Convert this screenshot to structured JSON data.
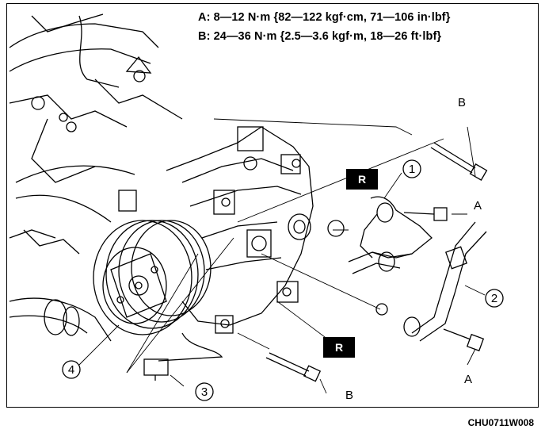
{
  "spec": {
    "a_line": "A: 8—12 N·m {82—122 kgf·cm, 71—106 in·lbf}",
    "b_line": "B: 24—36 N·m {2.5—3.6 kgf·m, 18—26 ft·lbf}"
  },
  "callouts": {
    "one": "1",
    "two": "2",
    "three": "3",
    "four": "4"
  },
  "letters": {
    "a_top": "A",
    "a_bottom": "A",
    "b_top": "B",
    "b_bottom": "B"
  },
  "replace_tags": {
    "upper": "R",
    "lower": "R"
  },
  "figure_id": "CHU0711W008"
}
